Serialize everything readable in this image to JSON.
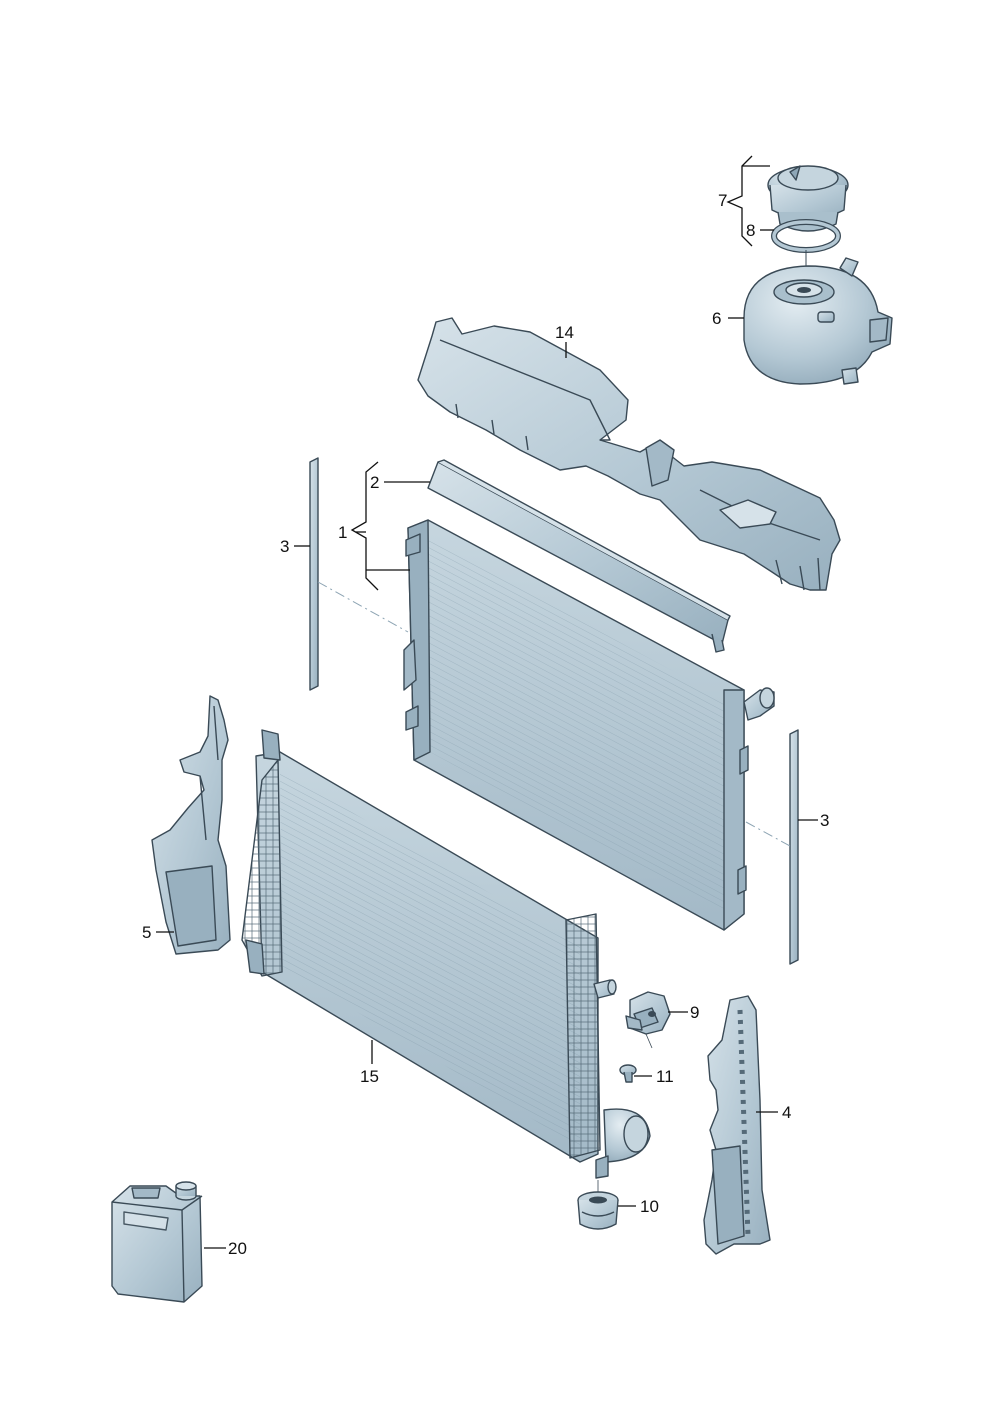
{
  "colors": {
    "part_fill": "#b4c8d4",
    "part_shade": "#98b0bf",
    "part_light": "#d6e2e9",
    "outline": "#3a4a56",
    "label": "#111111"
  },
  "callouts": {
    "p1": "1",
    "p2": "2",
    "p3a": "3",
    "p3b": "3",
    "p4": "4",
    "p5": "5",
    "p6": "6",
    "p7": "7",
    "p8": "8",
    "p9": "9",
    "p10": "10",
    "p11": "11",
    "p14": "14",
    "p15": "15",
    "p20": "20"
  }
}
